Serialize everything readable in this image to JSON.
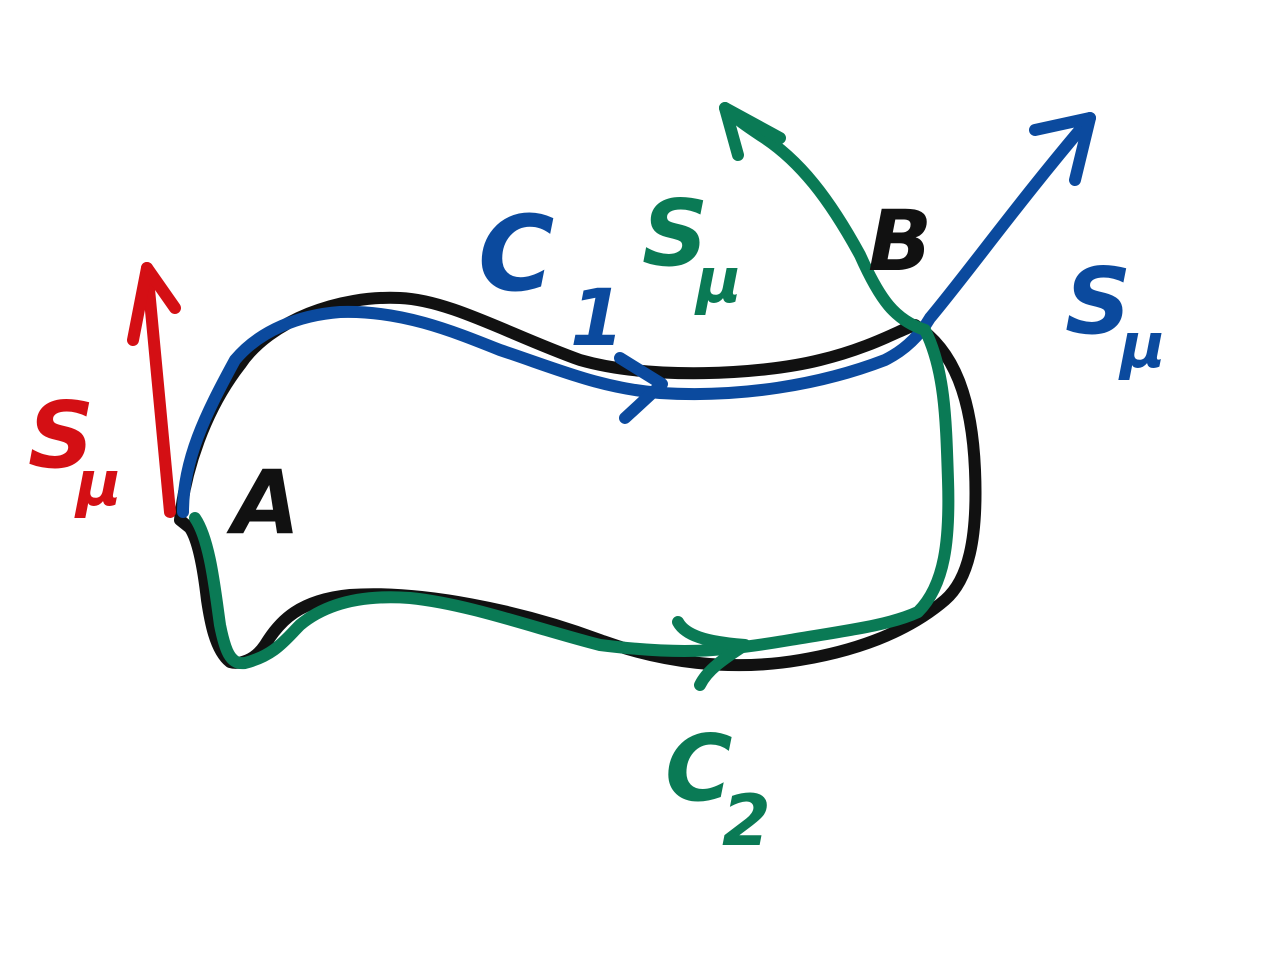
{
  "colors": {
    "black": "#111111",
    "blue": "#0b4a9e",
    "green": "#0a7a55",
    "red": "#d40f14"
  },
  "points": {
    "a": "A",
    "b": "B"
  },
  "paths": {
    "c1": "C",
    "c1_sub": "1",
    "c2": "C",
    "c2_sub": "2"
  },
  "vectors": {
    "red_symbol": "S",
    "red_sub": "μ",
    "green_symbol": "S",
    "green_sub": "μ",
    "blue_symbol": "S",
    "blue_sub": "μ"
  }
}
